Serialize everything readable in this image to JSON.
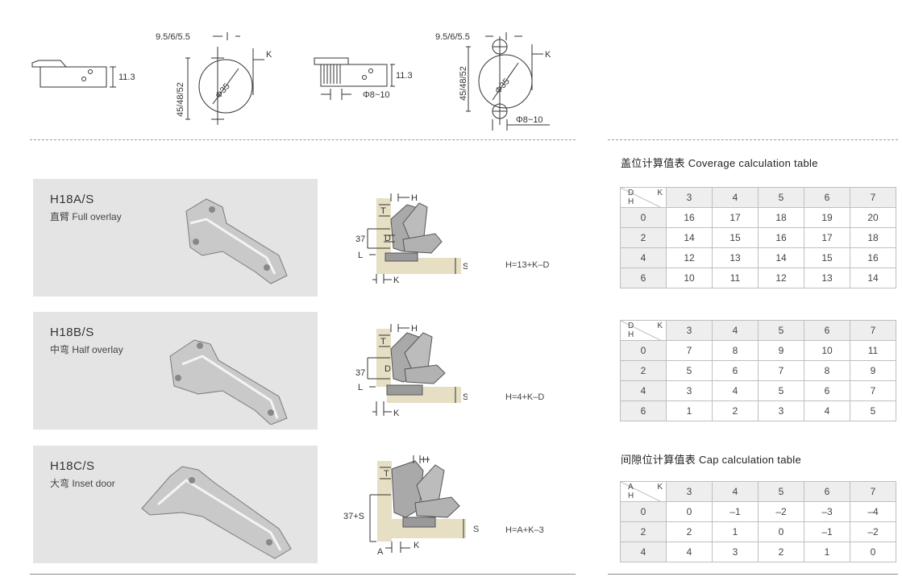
{
  "top_drawings": {
    "d1_dim": "11.3",
    "d2_top": "9.5/6/5.5",
    "d2_side": "45/48/52",
    "d2_k": "K",
    "d2_diam": "Φ35",
    "d3_dim": "11.3",
    "d3_bottom": "Φ8~10",
    "d4_top": "9.5/6/5.5",
    "d4_side": "45/48/52",
    "d4_k": "K",
    "d4_diam": "Φ35",
    "d4_bottom": "Φ8~10"
  },
  "products": [
    {
      "code": "H18A/S",
      "desc": "直臂 Full overlay",
      "labels": {
        "h": "H",
        "t": "T",
        "d": "D",
        "v": "37",
        "l": "L",
        "s": "S",
        "k": "K"
      },
      "formula": "H=13+K–D"
    },
    {
      "code": "H18B/S",
      "desc": "中弯 Half overlay",
      "labels": {
        "h": "H",
        "t": "T",
        "d": "D",
        "v": "37",
        "l": "L",
        "s": "S",
        "k": "K"
      },
      "formula": "H=4+K–D"
    },
    {
      "code": "H18C/S",
      "desc": "大弯 Inset door",
      "labels": {
        "h": "H",
        "t": "T",
        "v": "37+S",
        "s": "S",
        "a": "A",
        "k": "K"
      },
      "formula": "H=A+K–3"
    }
  ],
  "tables": {
    "coverage_title": "盖位计算值表  Coverage calculation table",
    "cap_title": "间隙位计算值表  Cap calculation table",
    "t1": {
      "corner": {
        "row": "D",
        "col": "K",
        "h": "H"
      },
      "cols": [
        "3",
        "4",
        "5",
        "6",
        "7"
      ],
      "rows": [
        {
          "h": "0",
          "v": [
            "16",
            "17",
            "18",
            "19",
            "20"
          ]
        },
        {
          "h": "2",
          "v": [
            "14",
            "15",
            "16",
            "17",
            "18"
          ]
        },
        {
          "h": "4",
          "v": [
            "12",
            "13",
            "14",
            "15",
            "16"
          ]
        },
        {
          "h": "6",
          "v": [
            "10",
            "11",
            "12",
            "13",
            "14"
          ]
        }
      ]
    },
    "t2": {
      "corner": {
        "row": "D",
        "col": "K",
        "h": "H"
      },
      "cols": [
        "3",
        "4",
        "5",
        "6",
        "7"
      ],
      "rows": [
        {
          "h": "0",
          "v": [
            "7",
            "8",
            "9",
            "10",
            "11"
          ]
        },
        {
          "h": "2",
          "v": [
            "5",
            "6",
            "7",
            "8",
            "9"
          ]
        },
        {
          "h": "4",
          "v": [
            "3",
            "4",
            "5",
            "6",
            "7"
          ]
        },
        {
          "h": "6",
          "v": [
            "1",
            "2",
            "3",
            "4",
            "5"
          ]
        }
      ]
    },
    "t3": {
      "corner": {
        "row": "A",
        "col": "K",
        "h": "H"
      },
      "cols": [
        "3",
        "4",
        "5",
        "6",
        "7"
      ],
      "rows": [
        {
          "h": "0",
          "v": [
            "0",
            "–1",
            "–2",
            "–3",
            "–4"
          ]
        },
        {
          "h": "2",
          "v": [
            "2",
            "1",
            "0",
            "–1",
            "–2"
          ]
        },
        {
          "h": "4",
          "v": [
            "4",
            "3",
            "2",
            "1",
            "0"
          ]
        }
      ]
    }
  }
}
